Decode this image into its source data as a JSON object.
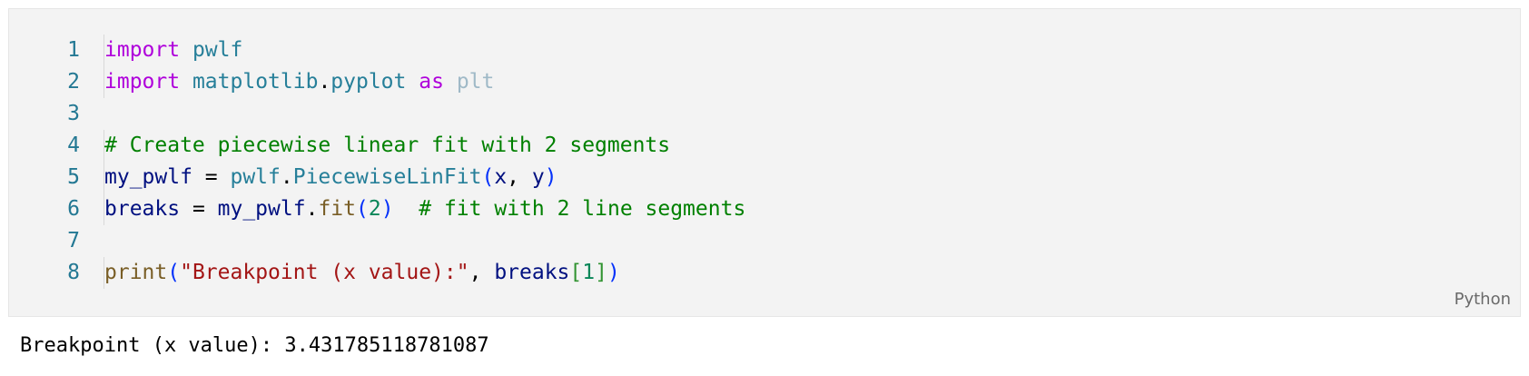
{
  "cell": {
    "language": "Python",
    "lines": [
      {
        "n": "1",
        "tokens": [
          [
            "kw",
            "import"
          ],
          [
            "op",
            " "
          ],
          [
            "mod",
            "pwlf"
          ]
        ]
      },
      {
        "n": "2",
        "tokens": [
          [
            "kw",
            "import"
          ],
          [
            "op",
            " "
          ],
          [
            "mod",
            "matplotlib"
          ],
          [
            "op",
            "."
          ],
          [
            "mod",
            "pyplot"
          ],
          [
            "op",
            " "
          ],
          [
            "kw",
            "as"
          ],
          [
            "op",
            " "
          ],
          [
            "dim",
            "plt"
          ]
        ]
      },
      {
        "n": "3",
        "tokens": []
      },
      {
        "n": "4",
        "tokens": [
          [
            "cmt",
            "# Create piecewise linear fit with 2 segments"
          ]
        ]
      },
      {
        "n": "5",
        "tokens": [
          [
            "var",
            "my_pwlf"
          ],
          [
            "op",
            " = "
          ],
          [
            "mod",
            "pwlf"
          ],
          [
            "op",
            "."
          ],
          [
            "mod",
            "PiecewiseLinFit"
          ],
          [
            "par",
            "("
          ],
          [
            "var",
            "x"
          ],
          [
            "op",
            ", "
          ],
          [
            "var",
            "y"
          ],
          [
            "par",
            ")"
          ]
        ]
      },
      {
        "n": "6",
        "tokens": [
          [
            "var",
            "breaks"
          ],
          [
            "op",
            " = "
          ],
          [
            "var",
            "my_pwlf"
          ],
          [
            "op",
            "."
          ],
          [
            "fn",
            "fit"
          ],
          [
            "par",
            "("
          ],
          [
            "num",
            "2"
          ],
          [
            "par",
            ")"
          ],
          [
            "op",
            "  "
          ],
          [
            "cmt",
            "# fit with 2 line segments"
          ]
        ]
      },
      {
        "n": "7",
        "tokens": []
      },
      {
        "n": "8",
        "tokens": [
          [
            "fn",
            "print"
          ],
          [
            "par",
            "("
          ],
          [
            "str",
            "\"Breakpoint (x value):\""
          ],
          [
            "op",
            ", "
          ],
          [
            "var",
            "breaks"
          ],
          [
            "par2",
            "["
          ],
          [
            "num",
            "1"
          ],
          [
            "par2",
            "]"
          ],
          [
            "par",
            ")"
          ]
        ]
      }
    ]
  },
  "output": {
    "text": "Breakpoint (x value): 3.431785118781087"
  },
  "colors": {
    "cell_background": "#f3f3f3",
    "line_number": "#237893",
    "keyword": "#af00db",
    "module": "#267f99",
    "variable": "#001080",
    "comment": "#008000",
    "function": "#795e26",
    "number": "#098658",
    "string": "#a31515"
  }
}
